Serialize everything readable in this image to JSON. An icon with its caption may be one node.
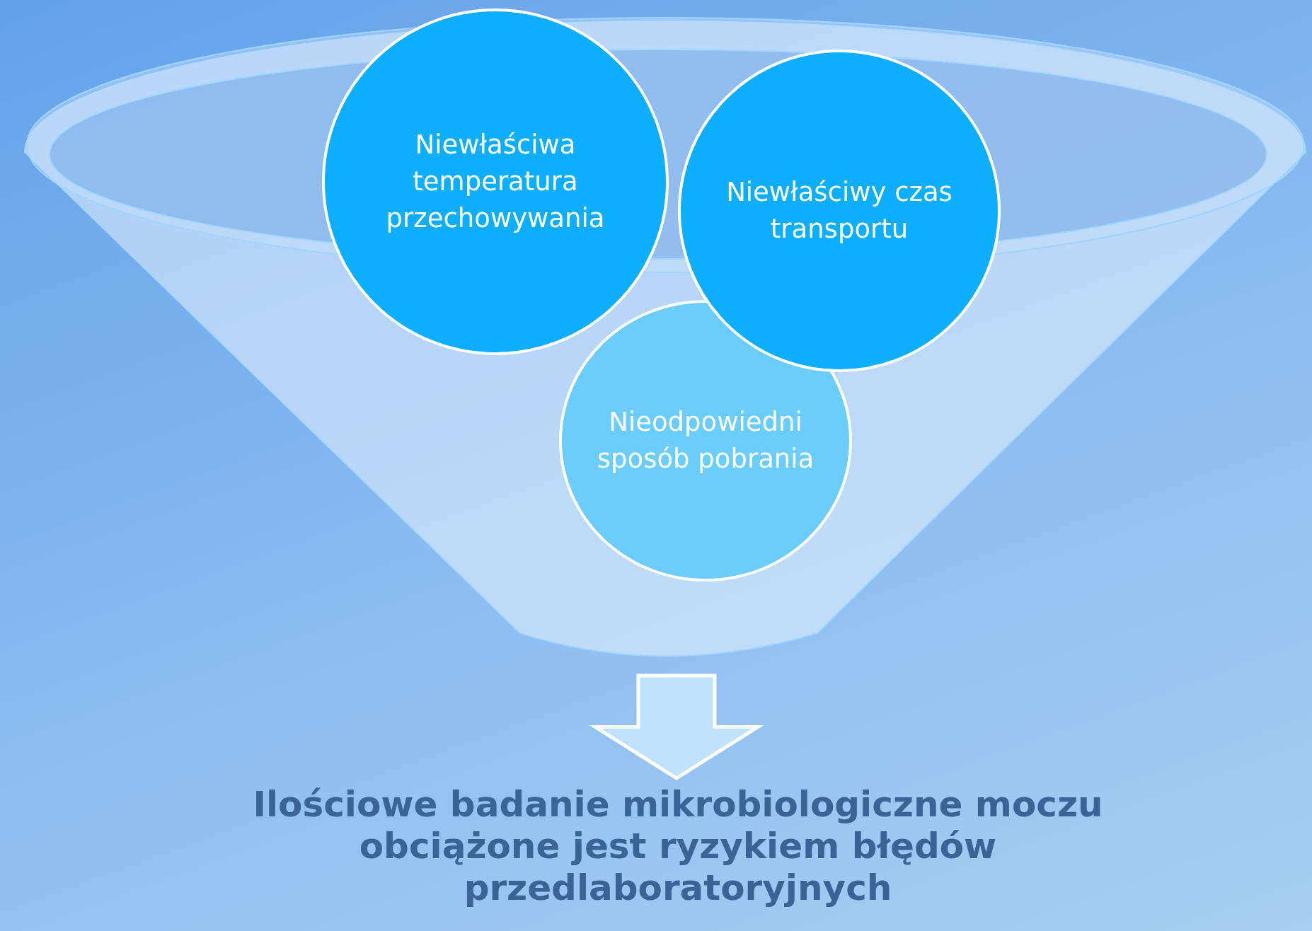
{
  "diagram": {
    "nodes": [
      {
        "text": [],
        "shape": "funnel"
      },
      {
        "text": [
          "Niewłaściwa temperatura przechowywania"
        ],
        "in": 0
      },
      {
        "text": [
          "Niewłaściwy czas transportu"
        ],
        "in": 0
      },
      {
        "text": [
          "Nieodpowiedni sposób pobrania"
        ],
        "in": 0
      },
      {
        "text": [
          "Ilościowe badanie mikrobiologiczne moczu obciążone jest ryzykiem błędów przedlaboratoryjnych"
        ]
      }
    ],
    "edges": [
      {
        "from": 0,
        "to": 4,
        "arrow": "to",
        "style": "thick"
      }
    ]
  }
}
